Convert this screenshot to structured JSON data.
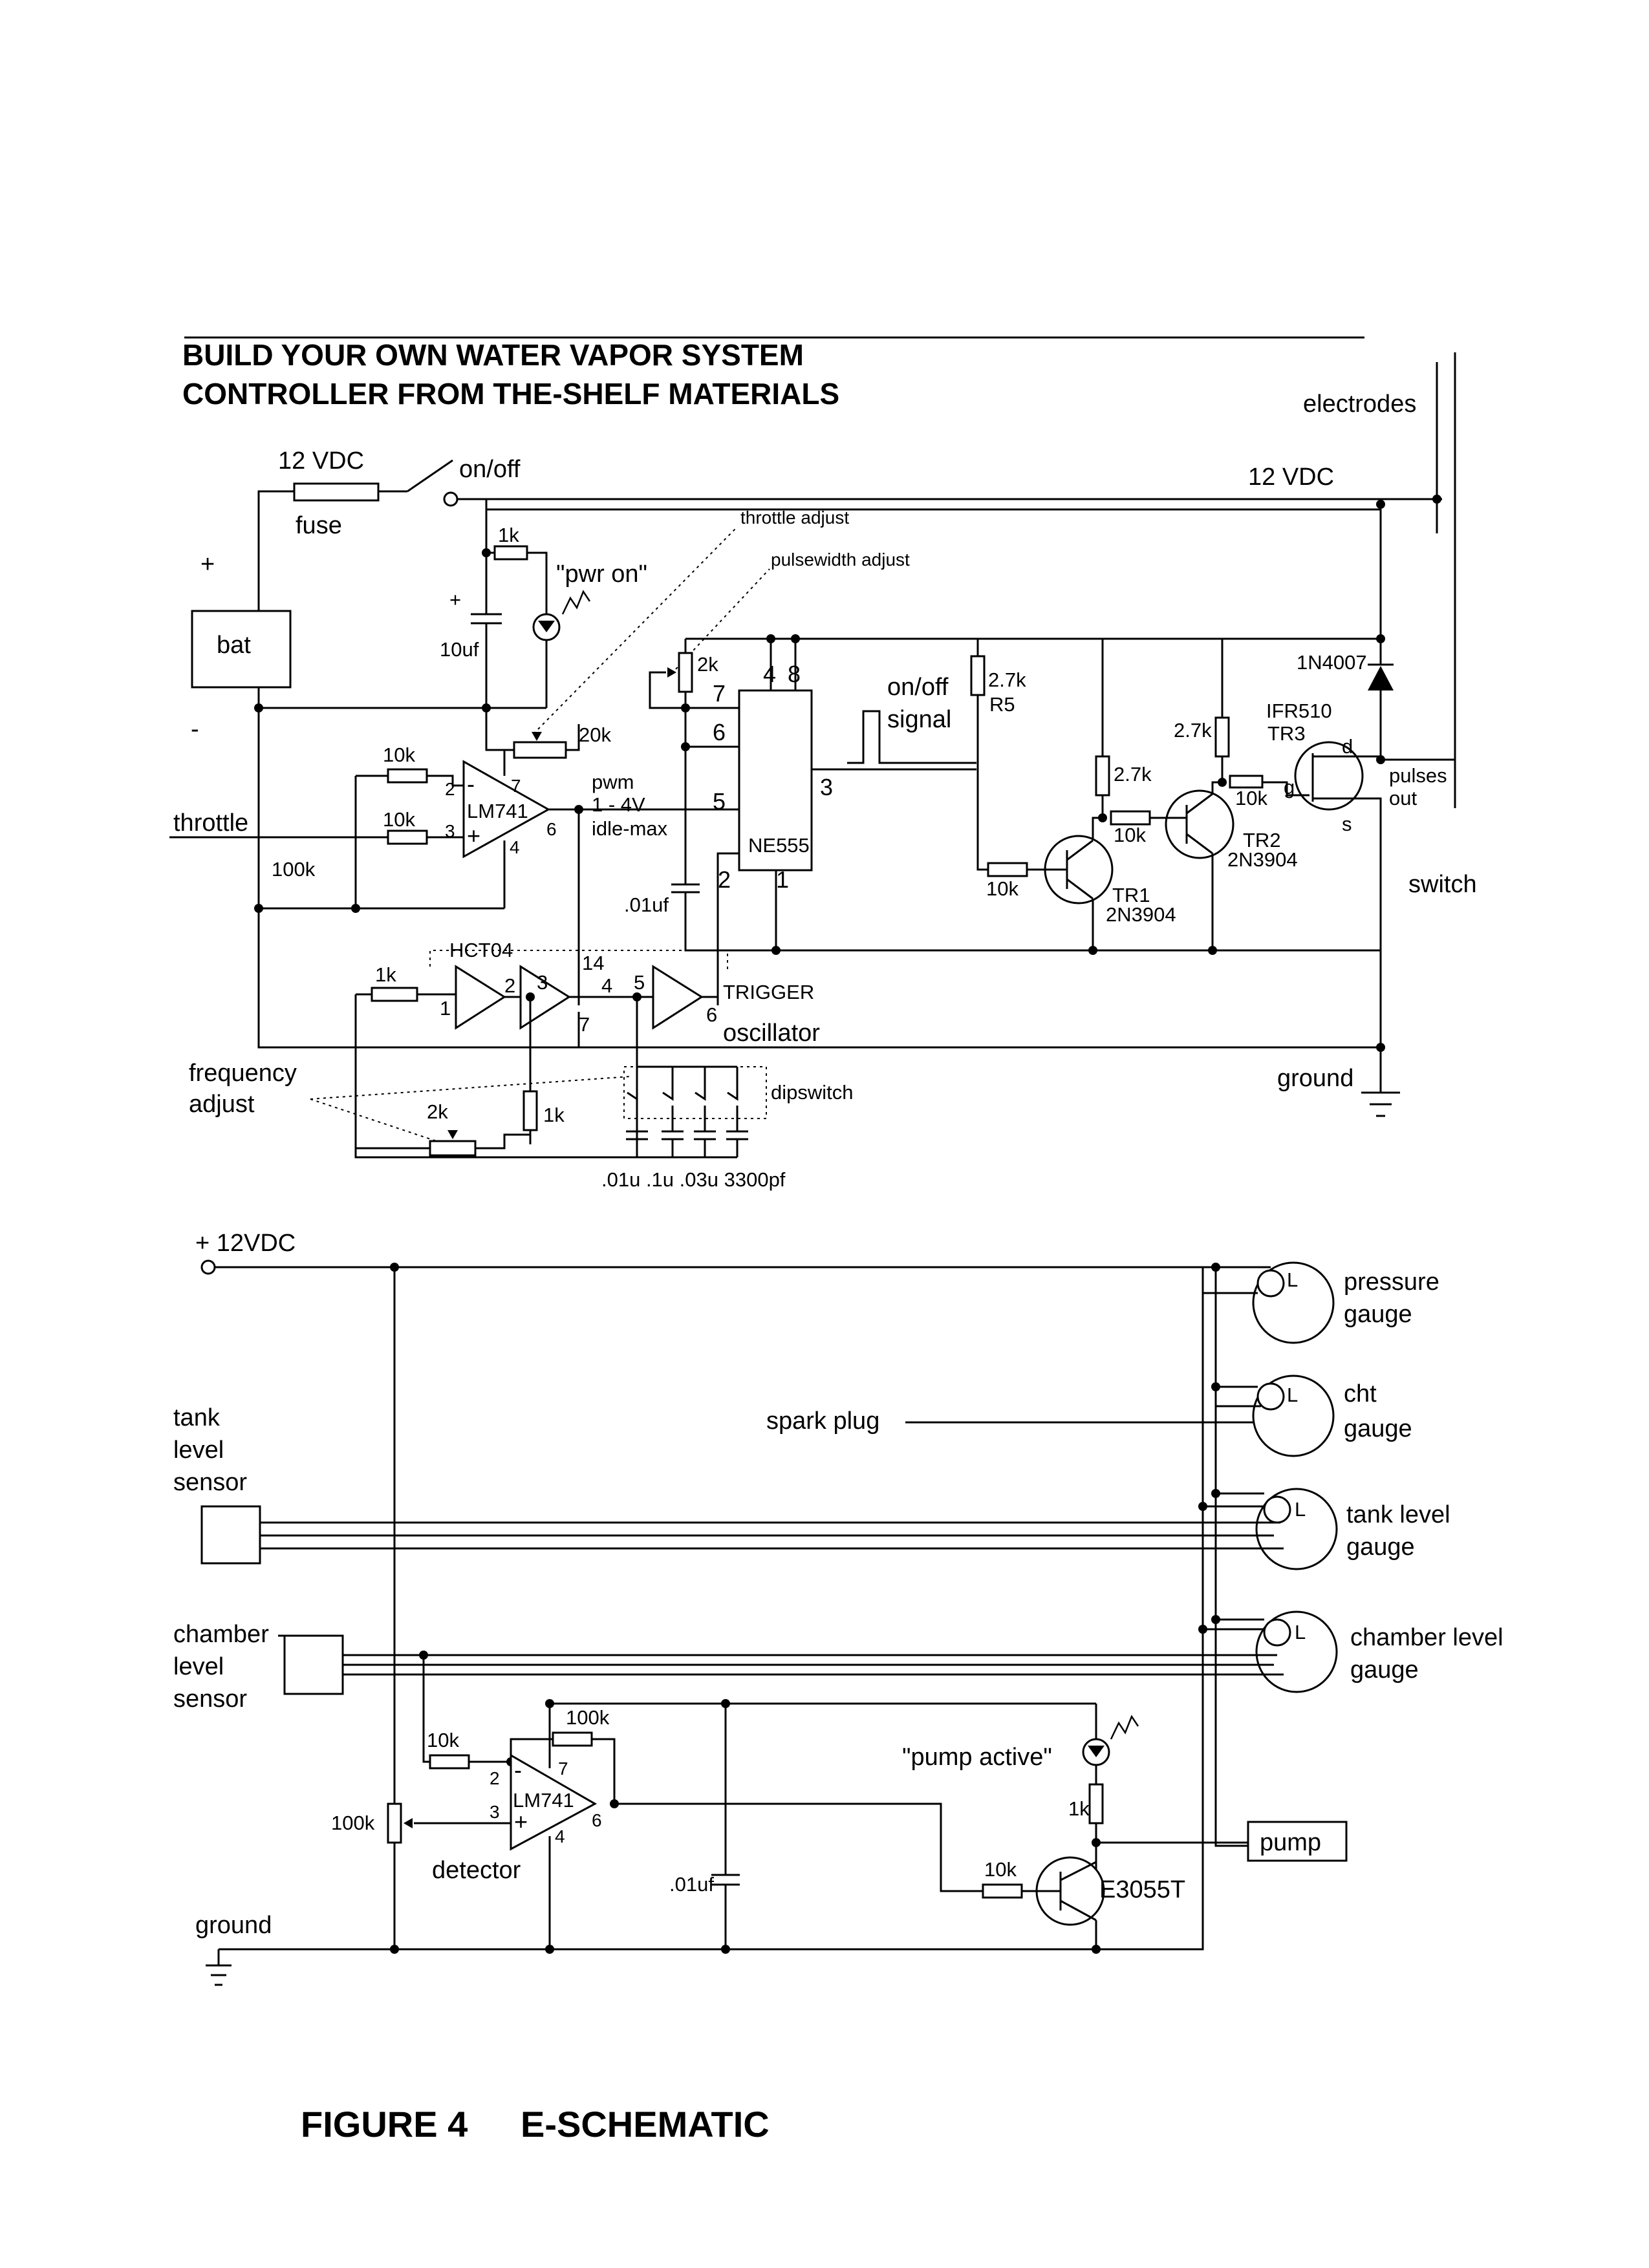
{
  "title": {
    "line1": "BUILD YOUR OWN WATER VAPOR SYSTEM",
    "line2": "CONTROLLER FROM THE-SHELF MATERIALS"
  },
  "top_circuit": {
    "v12_left": "12 VDC",
    "fuse": "fuse",
    "onoff": "on/off",
    "v12_right": "12 VDC",
    "electrodes": "electrodes",
    "plus": "+",
    "minus": "-",
    "bat": "bat",
    "throttle": "throttle",
    "r_100k": "100k",
    "r_1k_pwr": "1k",
    "pwr_on": "\"pwr on\"",
    "cap_plus": "+",
    "c_10uf": "10uf",
    "throttle_adjust": "throttle adjust",
    "pulsewidth_adjust": "pulsewidth adjust",
    "r_20k": "20k",
    "r_10k_a": "10k",
    "r_10k_b": "10k",
    "opamp": "LM741",
    "op_pin2": "2",
    "op_pin3": "3",
    "op_pin4": "4",
    "op_pin6": "6",
    "op_pin7": "7",
    "op_minus": "-",
    "op_plus": "+",
    "pwm": "pwm",
    "pwm_range": "1 - 4V",
    "idle_max": "idle-max",
    "r_2k": "2k",
    "ne_pin4": "4",
    "ne_pin8": "8",
    "ne_pin7": "7",
    "ne_pin6": "6",
    "ne_pin5": "5",
    "ne_pin3": "3",
    "ne_pin2": "2",
    "ne_pin1": "1",
    "ne555": "NE555",
    "c_01uf": ".01uf",
    "onoff_signal_1": "on/off",
    "onoff_signal_2": "signal",
    "r_2_7k_r5": "2.7k",
    "r5": "R5",
    "r_2_7k_mid": "2.7k",
    "r_2_7k_right": "2.7k",
    "r_10k_tr1": "10k",
    "r_10k_tr2": "10k",
    "r_10k_tr3": "10k",
    "tr1": "TR1",
    "tr1_part": "2N3904",
    "tr2": "TR2",
    "tr2_part": "2N3904",
    "diode": "1N4007",
    "ifr": "IFR510",
    "tr3": "TR3",
    "d": "d",
    "g": "g",
    "s": "s",
    "pulses": "pulses",
    "out": "out",
    "switch": "switch",
    "hct04": "HCT04",
    "r_1k_osc": "1k",
    "inv_pin1": "1",
    "inv_pin2": "2",
    "inv_pin3": "3",
    "inv_pin4": "4",
    "inv_pin5": "5",
    "inv_pin6": "6",
    "inv_pin7": "7",
    "inv_pin14": "14",
    "trigger": "TRIGGER",
    "oscillator": "oscillator",
    "ground": "ground",
    "freq_adjust_1": "frequency",
    "freq_adjust_2": "adjust",
    "r_2k_freq": "2k",
    "r_1k_freq": "1k",
    "dipswitch": "dipswitch",
    "caps": ".01u .1u .03u 3300pf"
  },
  "bottom_circuit": {
    "v12": "+ 12VDC",
    "tank_sensor_1": "tank",
    "tank_sensor_2": "level",
    "tank_sensor_3": "sensor",
    "chamber_sensor_1": "chamber",
    "chamber_sensor_2": "level",
    "chamber_sensor_3": "sensor",
    "spark_plug": "spark plug",
    "lamp": "L",
    "pressure_1": "pressure",
    "pressure_2": "gauge",
    "cht_1": "cht",
    "cht_2": "gauge",
    "tank_gauge_1": "tank level",
    "tank_gauge_2": "gauge",
    "chamber_gauge_1": "chamber level",
    "chamber_gauge_2": "gauge",
    "r_100k_fb": "100k",
    "r_10k_in": "10k",
    "r_100k_pot": "100k",
    "opamp": "LM741",
    "op_pin2": "2",
    "op_pin3": "3",
    "op_pin4": "4",
    "op_pin6": "6",
    "op_pin7": "7",
    "op_minus": "-",
    "op_plus": "+",
    "detector": "detector",
    "c_01uf": ".01uf",
    "pump_active": "\"pump active\"",
    "r_1k": "1k",
    "r_10k_base": "10k",
    "transistor": "E3055T",
    "pump": "pump",
    "ground": "ground"
  },
  "caption": {
    "figure": "FIGURE 4",
    "name": "E-SCHEMATIC"
  }
}
